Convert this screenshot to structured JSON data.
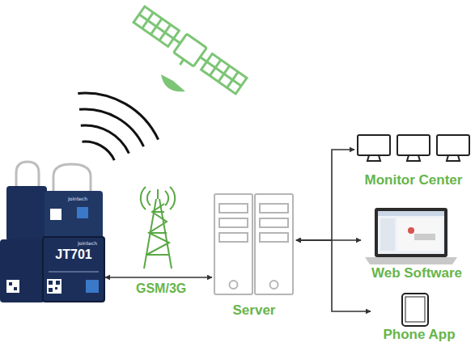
{
  "diagram": {
    "nodes": [
      {
        "text": [
          "JT701"
        ]
      },
      {
        "text": [
          "Server"
        ]
      },
      {
        "text": [
          "Monitor Center"
        ]
      },
      {
        "text": [
          "Web Software"
        ]
      },
      {
        "text": [
          "Phone App"
        ]
      }
    ],
    "edges": [
      {
        "from": 0,
        "to": 1,
        "arrow": "both",
        "label": "GSM/3G"
      },
      {
        "from": 1,
        "to": 2,
        "arrow": "both"
      },
      {
        "from": 1,
        "to": 3,
        "arrow": "both"
      },
      {
        "from": 1,
        "to": 4,
        "arrow": "both"
      }
    ],
    "labels": [
      "Jointech",
      "Jointech"
    ]
  }
}
